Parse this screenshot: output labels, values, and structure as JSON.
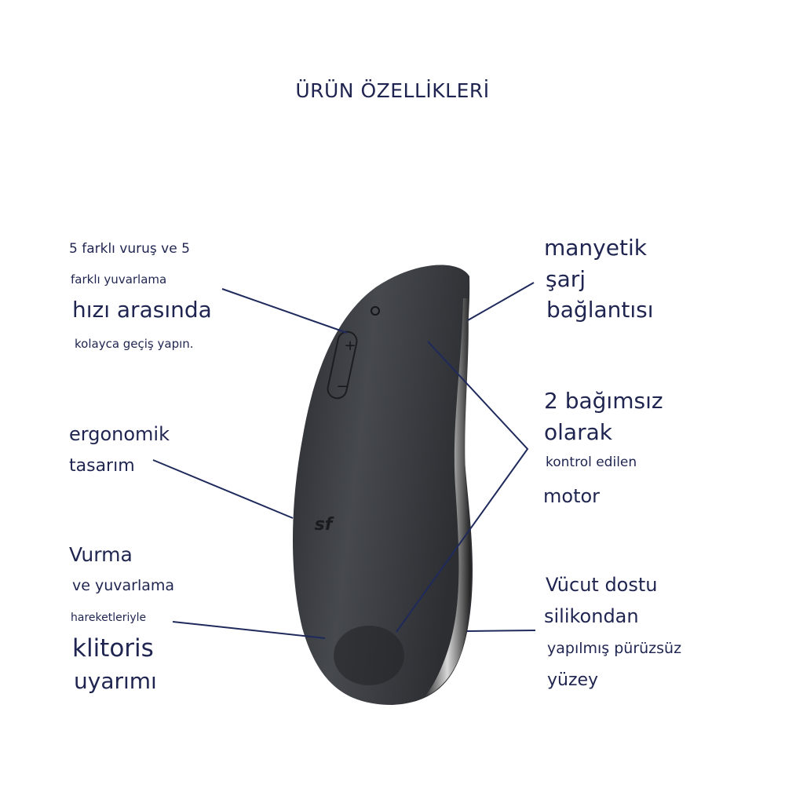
{
  "title": "ÜRÜN ÖZELLİKLERİ",
  "features": {
    "speeds": [
      "5 farklı vuruş ve 5",
      "farklı yuvarlama",
      "hızı arasında",
      "kolayca geçiş yapın."
    ],
    "charging": [
      "manyetik",
      "şarj",
      "bağlantısı"
    ],
    "ergonomic": [
      "ergonomik",
      "tasarım"
    ],
    "motors": [
      "2 bağımsız",
      "olarak",
      "kontrol edilen",
      "motor"
    ],
    "stimulation": [
      "Vurma",
      "ve yuvarlama",
      "hareketleriyle",
      "klitoris",
      "uyarımı"
    ],
    "surface": [
      "Vücut dostu",
      "silikondan",
      "yapılmış pürüzsüz",
      "yüzey"
    ]
  },
  "device": {
    "buttons": [
      "+",
      "−"
    ],
    "logo": "sf"
  },
  "colors": {
    "text": "#1f2550",
    "line": "#1f2a5c",
    "device": "#3a3d41"
  }
}
